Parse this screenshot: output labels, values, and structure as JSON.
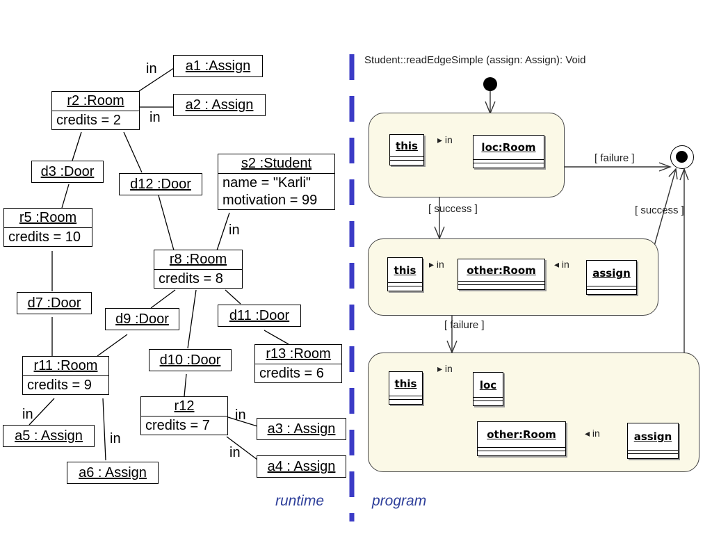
{
  "runtime": {
    "objects": {
      "a1": {
        "name": "a1 :Assign"
      },
      "a2": {
        "name": "a2 : Assign"
      },
      "r2": {
        "name": "r2 :Room",
        "attr": "credits = 2"
      },
      "d3": {
        "name": "d3 :Door"
      },
      "d12": {
        "name": "d12 :Door"
      },
      "s2": {
        "name": "s2 :Student",
        "attr1": "name = \"Karli\"",
        "attr2": "motivation = 99"
      },
      "r5": {
        "name": "r5 :Room",
        "attr": "credits = 10"
      },
      "r8": {
        "name": "r8 :Room",
        "attr": "credits = 8"
      },
      "d7": {
        "name": "d7 :Door"
      },
      "d9": {
        "name": "d9 :Door"
      },
      "d11": {
        "name": "d11 :Door"
      },
      "r13": {
        "name": "r13 :Room",
        "attr": "credits = 6"
      },
      "r11": {
        "name": "r11 :Room",
        "attr": "credits = 9"
      },
      "d10": {
        "name": "d10 :Door"
      },
      "r12": {
        "name": "r12",
        "attr": "credits = 7"
      },
      "a5": {
        "name": "a5 : Assign"
      },
      "a6": {
        "name": "a6 : Assign"
      },
      "a3": {
        "name": "a3 : Assign"
      },
      "a4": {
        "name": "a4 : Assign"
      }
    },
    "link_label": "in"
  },
  "program": {
    "title": "Student::readEdgeSimple (assign: Assign): Void",
    "state1": {
      "this": "this",
      "loc": "loc:Room",
      "link": "in"
    },
    "state2": {
      "this": "this",
      "other": "other:Room",
      "assign": "assign",
      "link1": "in",
      "link2": "in"
    },
    "state3": {
      "this": "this",
      "loc": "loc",
      "other": "other:Room",
      "assign": "assign",
      "link1": "in",
      "link2": "in"
    },
    "guards": {
      "success": "[ success ]",
      "failure": "[ failure ]"
    }
  },
  "captions": {
    "runtime": "runtime",
    "program": "program"
  },
  "colors": {
    "divider": "#3b3bc6",
    "caption": "#2e3f9a",
    "state_fill": "#fbf9e7"
  }
}
